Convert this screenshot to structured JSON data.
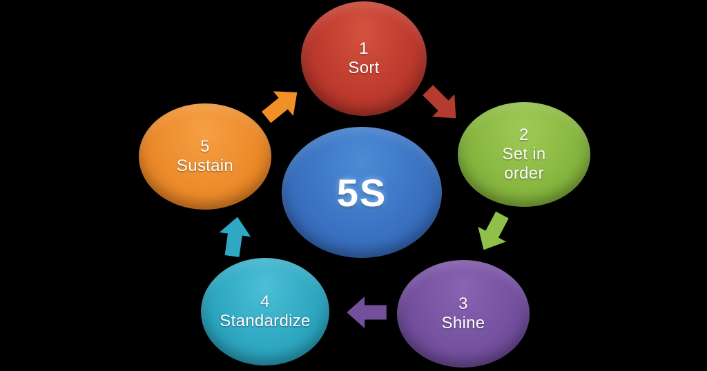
{
  "background_color": "#000000",
  "diagram": {
    "name": "5S cycle diagram",
    "hub": {
      "label": "5S",
      "color": "#3a72c1"
    },
    "steps": [
      {
        "number": "1",
        "label": "Sort",
        "color": "#bd3a2e"
      },
      {
        "number": "2",
        "label": "Set in\norder",
        "color": "#88b740"
      },
      {
        "number": "3",
        "label": "Shine",
        "color": "#75519f"
      },
      {
        "number": "4",
        "label": "Standardize",
        "color": "#2ea7c1"
      },
      {
        "number": "5",
        "label": "Sustain",
        "color": "#ec8b2b"
      }
    ],
    "arrows": [
      {
        "name": "sort-to-set-in-order",
        "color": "#b43b30"
      },
      {
        "name": "set-in-order-to-shine",
        "color": "#8fc04a"
      },
      {
        "name": "shine-to-standardize",
        "color": "#72509c"
      },
      {
        "name": "standardize-to-sustain",
        "color": "#2ea8c4"
      },
      {
        "name": "sustain-to-sort",
        "color": "#f09027"
      }
    ],
    "text_color": "#ffffff"
  }
}
